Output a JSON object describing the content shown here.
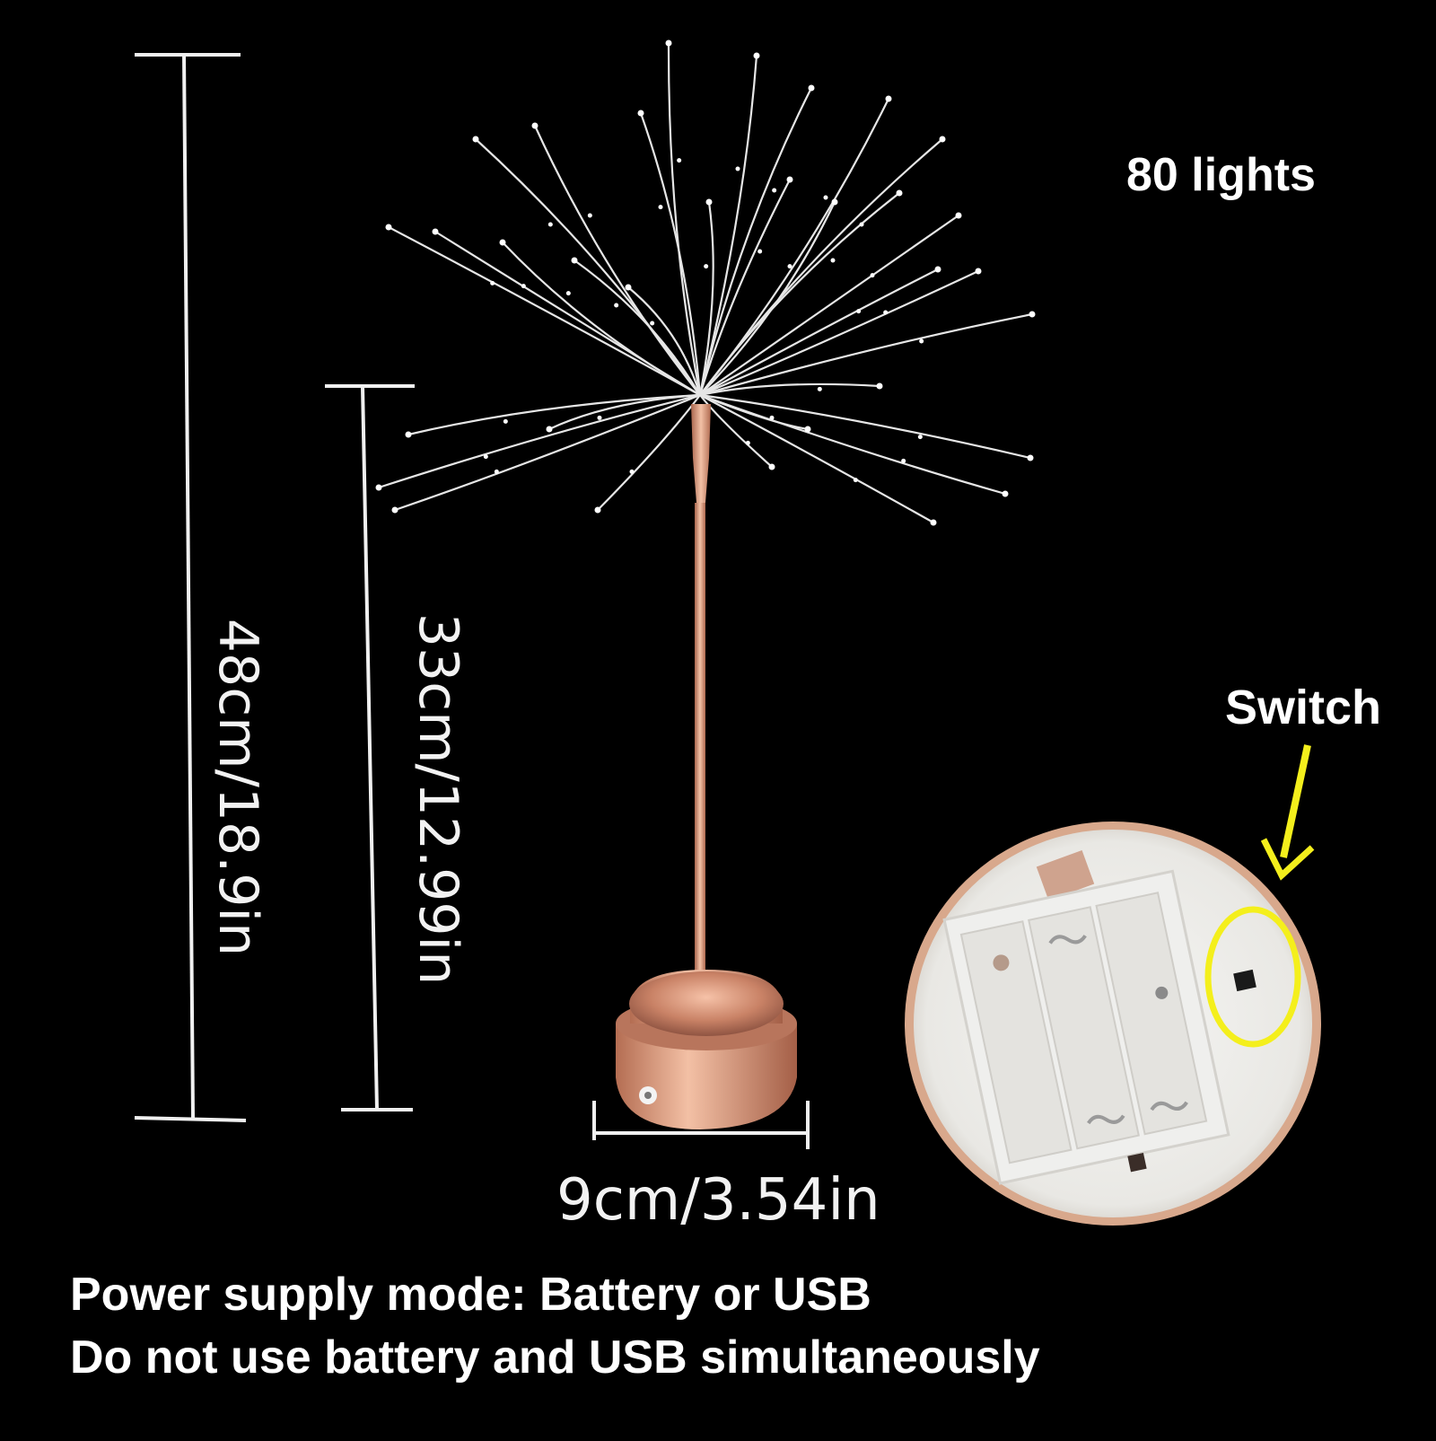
{
  "product": {
    "lights_count": "80 lights",
    "switch_label": "Switch"
  },
  "dimensions": {
    "total_height": "48cm/18.9in",
    "stem_height": "33cm/12.99in",
    "base_width": "9cm/3.54in"
  },
  "notes": {
    "power_mode": "Power supply mode: Battery or USB",
    "warning": "Do not use battery and USB simultaneously"
  },
  "colors": {
    "background": "#000000",
    "text": "#ffffff",
    "copper": "#d7957a",
    "highlight": "#f4ef1c",
    "wire": "#e8e8e8"
  }
}
